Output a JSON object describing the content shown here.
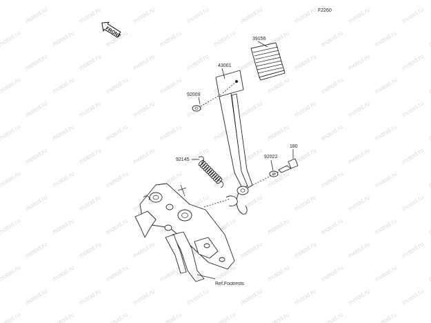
{
  "diagram": {
    "code": "F2260",
    "front_label": "FRONT",
    "watermark_text": "motod.ru",
    "parts": [
      {
        "id": "part-39156",
        "label": "39156"
      },
      {
        "id": "part-43001",
        "label": "43001"
      },
      {
        "id": "part-92009",
        "label": "92009"
      },
      {
        "id": "part-92145",
        "label": "92145"
      },
      {
        "id": "part-92022",
        "label": "92022"
      },
      {
        "id": "part-180",
        "label": "180"
      },
      {
        "id": "ref-footrests",
        "label": "Ref.Footrests"
      }
    ]
  }
}
